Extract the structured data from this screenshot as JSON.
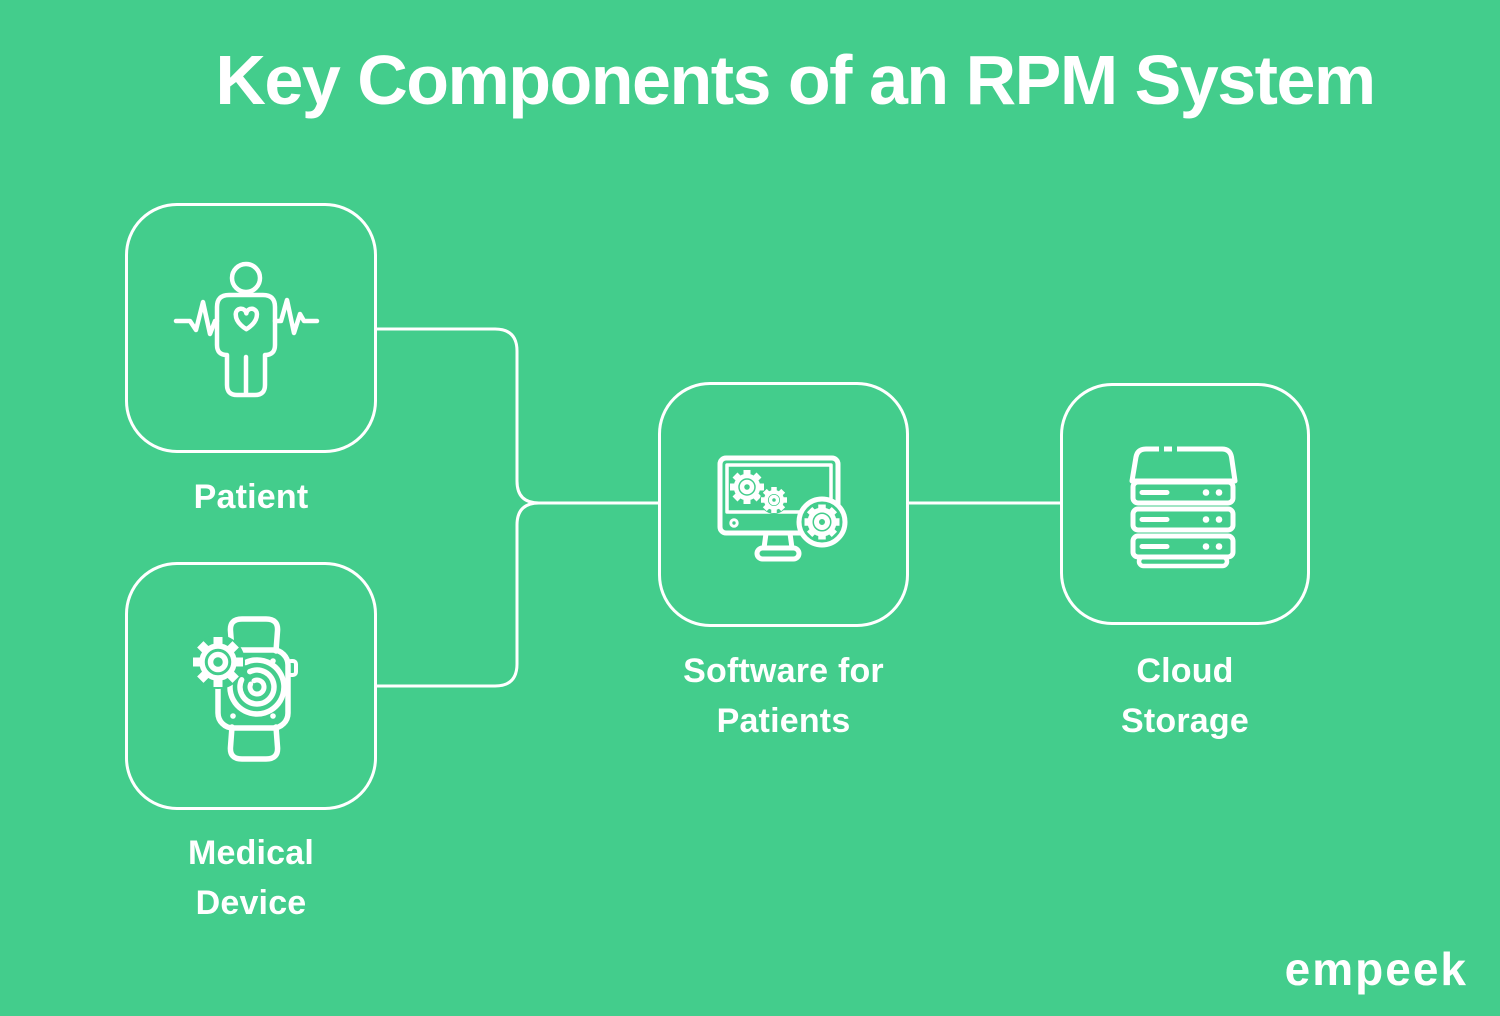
{
  "page": {
    "title": "Key Components of an RPM System"
  },
  "colors": {
    "background": "#43cd8c",
    "line": "#ffffff",
    "text": "#ffffff"
  },
  "nodes": [
    {
      "id": "patient",
      "label": "Patient",
      "icon": "patient-heartbeat-icon"
    },
    {
      "id": "medical-device",
      "label": "Medical Device",
      "icon": "smartwatch-gear-icon"
    },
    {
      "id": "software",
      "label": "Software for Patients",
      "icon": "monitor-gears-icon"
    },
    {
      "id": "cloud-storage",
      "label": "Cloud Storage",
      "icon": "server-stack-icon"
    }
  ],
  "connections": [
    {
      "from": "patient",
      "to": "software"
    },
    {
      "from": "medical-device",
      "to": "software"
    },
    {
      "from": "software",
      "to": "cloud-storage"
    }
  ],
  "logo": {
    "text": "empeek"
  }
}
